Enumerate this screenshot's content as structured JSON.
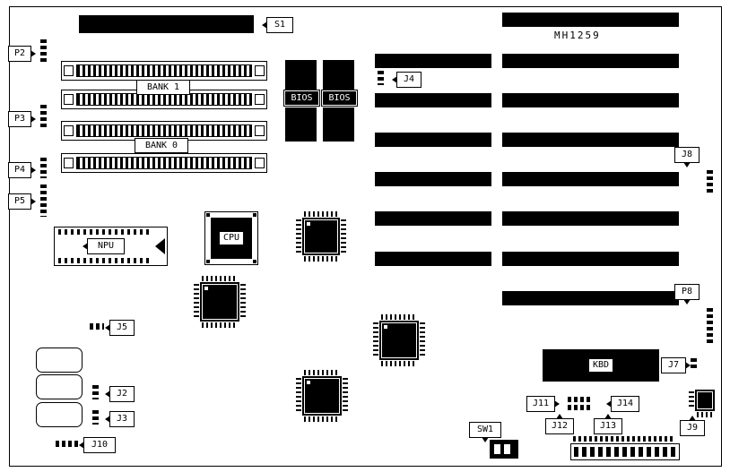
{
  "board": {
    "model": "MH1259"
  },
  "labels": {
    "s1": "S1",
    "p2": "P2",
    "p3": "P3",
    "p4": "P4",
    "p5": "P5",
    "p8": "P8",
    "bank1": "BANK 1",
    "bank0": "BANK 0",
    "bios_left": "BIOS",
    "bios_right": "BIOS",
    "npu": "NPU",
    "cpu": "CPU",
    "kbd": "KBD",
    "j2": "J2",
    "j3": "J3",
    "j4": "J4",
    "j5": "J5",
    "j7": "J7",
    "j8": "J8",
    "j9": "J9",
    "j10": "J10",
    "j11": "J11",
    "j12": "J12",
    "j13": "J13",
    "j14": "J14",
    "sw1": "SW1"
  }
}
